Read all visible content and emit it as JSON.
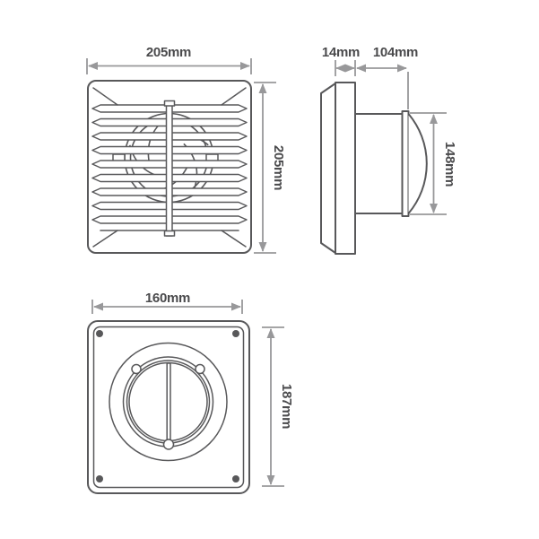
{
  "diagram": {
    "subject": "extractor-fan-technical-dimensions",
    "colors": {
      "part_outline": "#58585a",
      "dimension_line": "#98989a",
      "label_text": "#4a4a4c",
      "background": "#ffffff"
    },
    "views": {
      "front": {
        "name": "front view with louvre grille and fan",
        "width_label": "205mm",
        "height_label": "205mm"
      },
      "side": {
        "name": "side profile with duct spigot and dome",
        "front_depth_label": "14mm",
        "body_depth_label": "104mm",
        "diameter_label": "148mm"
      },
      "back": {
        "name": "back plate with shutter and screw holes",
        "width_label": "160mm",
        "height_label": "187mm"
      }
    }
  }
}
